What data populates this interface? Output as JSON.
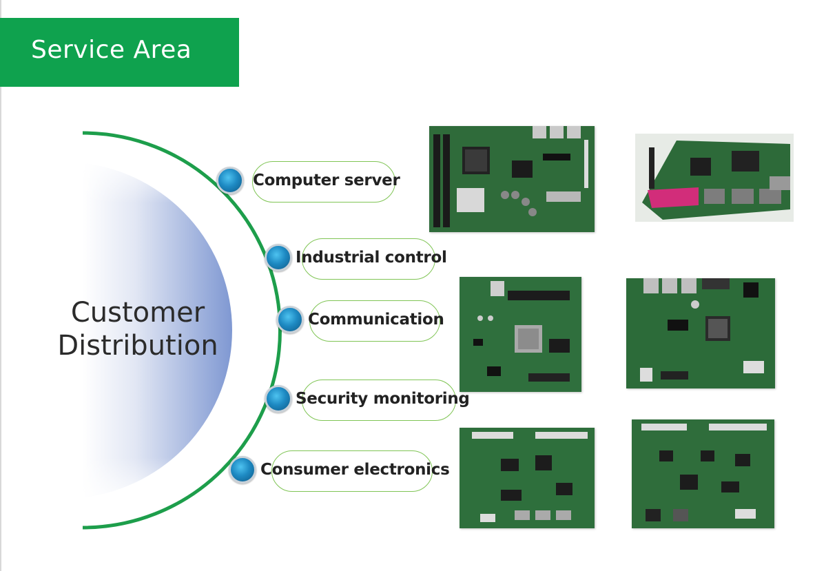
{
  "header": {
    "title": "Service Area"
  },
  "diagram": {
    "center_title_line1": "Customer",
    "center_title_line2": "Distribution",
    "items": [
      {
        "label": "Computer server"
      },
      {
        "label": "Industrial control"
      },
      {
        "label": "Communication"
      },
      {
        "label": "Security monitoring"
      },
      {
        "label": "Consumer electronics"
      }
    ]
  },
  "gallery": {
    "images": [
      {
        "name": "motherboard-image"
      },
      {
        "name": "embedded-board-image"
      },
      {
        "name": "fpga-board-image"
      },
      {
        "name": "arm-board-image"
      },
      {
        "name": "io-board-image-1"
      },
      {
        "name": "io-board-image-2"
      }
    ]
  },
  "colors": {
    "brand_green": "#0fa24e",
    "arc_green": "#1d9e4b",
    "pill_border": "#7fc454",
    "dot_blue": "#1e8ac3",
    "pcb_green": "#2f7a3a"
  }
}
